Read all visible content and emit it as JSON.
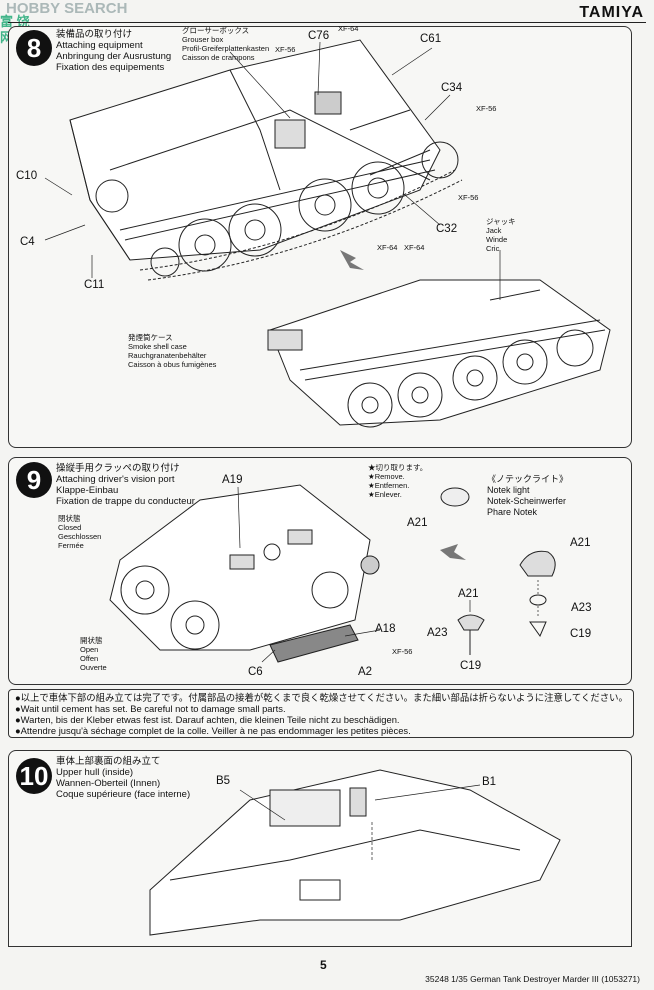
{
  "header": {
    "brand": "TAMIYA",
    "watermark_top": "HOBBY SEARCH",
    "watermark_side": "富 饶 网"
  },
  "steps": [
    {
      "number": "8",
      "titles": [
        "装備品の取り付け",
        "Attaching equipment",
        "Anbringung der Ausrustung",
        "Fixation des equipements"
      ],
      "callouts": {
        "grouser_box": [
          "グローサーボックス",
          "Grouser box",
          "Profil-Greiferplattenkasten",
          "Caisson de crampons"
        ],
        "jack": [
          "ジャッキ",
          "Jack",
          "Winde",
          "Cric"
        ],
        "smoke": [
          "発煙筒ケース",
          "Smoke shell case",
          "Rauchgranatenbehälter",
          "Caisson à obus fumigènes"
        ]
      },
      "parts": [
        "C76",
        "C61",
        "C34",
        "C10",
        "C4",
        "C11",
        "C32"
      ],
      "paints": [
        "XF-64",
        "XF-56",
        "XF-56",
        "XF-56",
        "XF-64",
        "XF-64"
      ]
    },
    {
      "number": "9",
      "titles": [
        "操縦手用クラッペの取り付け",
        "Attaching driver's vision port",
        "Klappe-Einbau",
        "Fixation de trappe du conducteur"
      ],
      "closed": [
        "閉状態",
        "Closed",
        "Geschlossen",
        "Fermée"
      ],
      "open": [
        "開状態",
        "Open",
        "Offen",
        "Ouverte"
      ],
      "remove": [
        "★切り取ります。",
        "★Remove.",
        "★Entfernen.",
        "★Enlever."
      ],
      "notek": [
        "《ノテックライト》",
        "Notek light",
        "Notek-Scheinwerfer",
        "Phare Notek"
      ],
      "parts": [
        "A19",
        "A18",
        "C6",
        "A2",
        "A21",
        "A21",
        "A21",
        "A23",
        "C19",
        "A23",
        "C19"
      ],
      "paint": "XF-56"
    },
    {
      "number": "10",
      "titles": [
        "車体上部裏面の組み立て",
        "Upper hull (inside)",
        "Wannen-Oberteil (Innen)",
        "Coque supérieure (face interne)"
      ],
      "parts": [
        "B5",
        "B1"
      ]
    }
  ],
  "notes": [
    "●以上で車体下部の組み立ては完了です。付属部品の接着が乾くまで良く乾燥させてください。また細い部品は折らないように注意してください。",
    "●Wait until cement has set. Be careful not to damage small parts.",
    "●Warten, bis der Kleber etwas fest ist. Darauf achten, die kleinen Teile nicht zu beschädigen.",
    "●Attendre jusqu'à séchage complet de la colle. Veiller à ne pas endommager les petites pièces."
  ],
  "footer": {
    "page": "5",
    "code": "35248 1/35 German Tank Destroyer Marder III (1053271)"
  }
}
